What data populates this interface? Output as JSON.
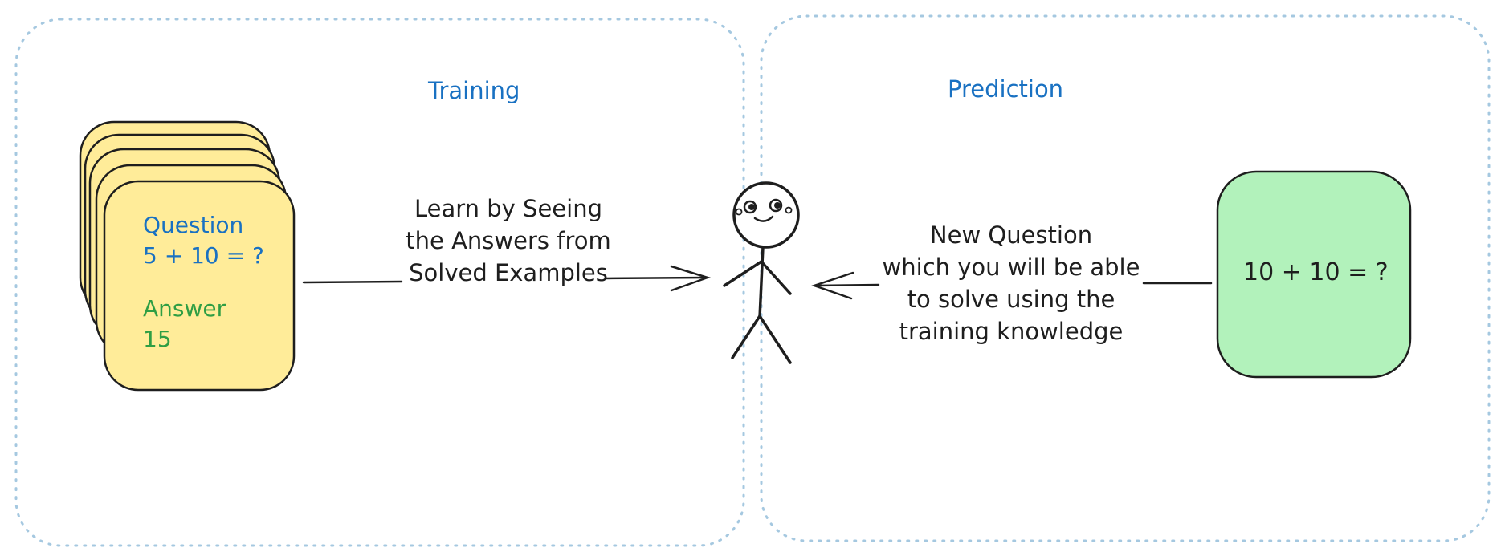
{
  "training": {
    "title": "Training",
    "card": {
      "question_label": "Question",
      "question_value": "5 + 10 = ?",
      "answer_label": "Answer",
      "answer_value": "15"
    },
    "arrow_label_lines": [
      "Learn by Seeing",
      "the Answers from",
      "Solved Examples"
    ]
  },
  "prediction": {
    "title": "Prediction",
    "arrow_label_lines": [
      "New Question",
      "which you will be able",
      "to solve using the",
      "training knowledge"
    ],
    "card_value": "10 + 10 = ?"
  },
  "colors": {
    "panel_border": "#a5c8e0",
    "question_text": "#1971c2",
    "answer_text": "#2f9e44",
    "yellow_card": "#ffec99",
    "green_card": "#b2f2bb",
    "stroke": "#1e1e1e"
  }
}
